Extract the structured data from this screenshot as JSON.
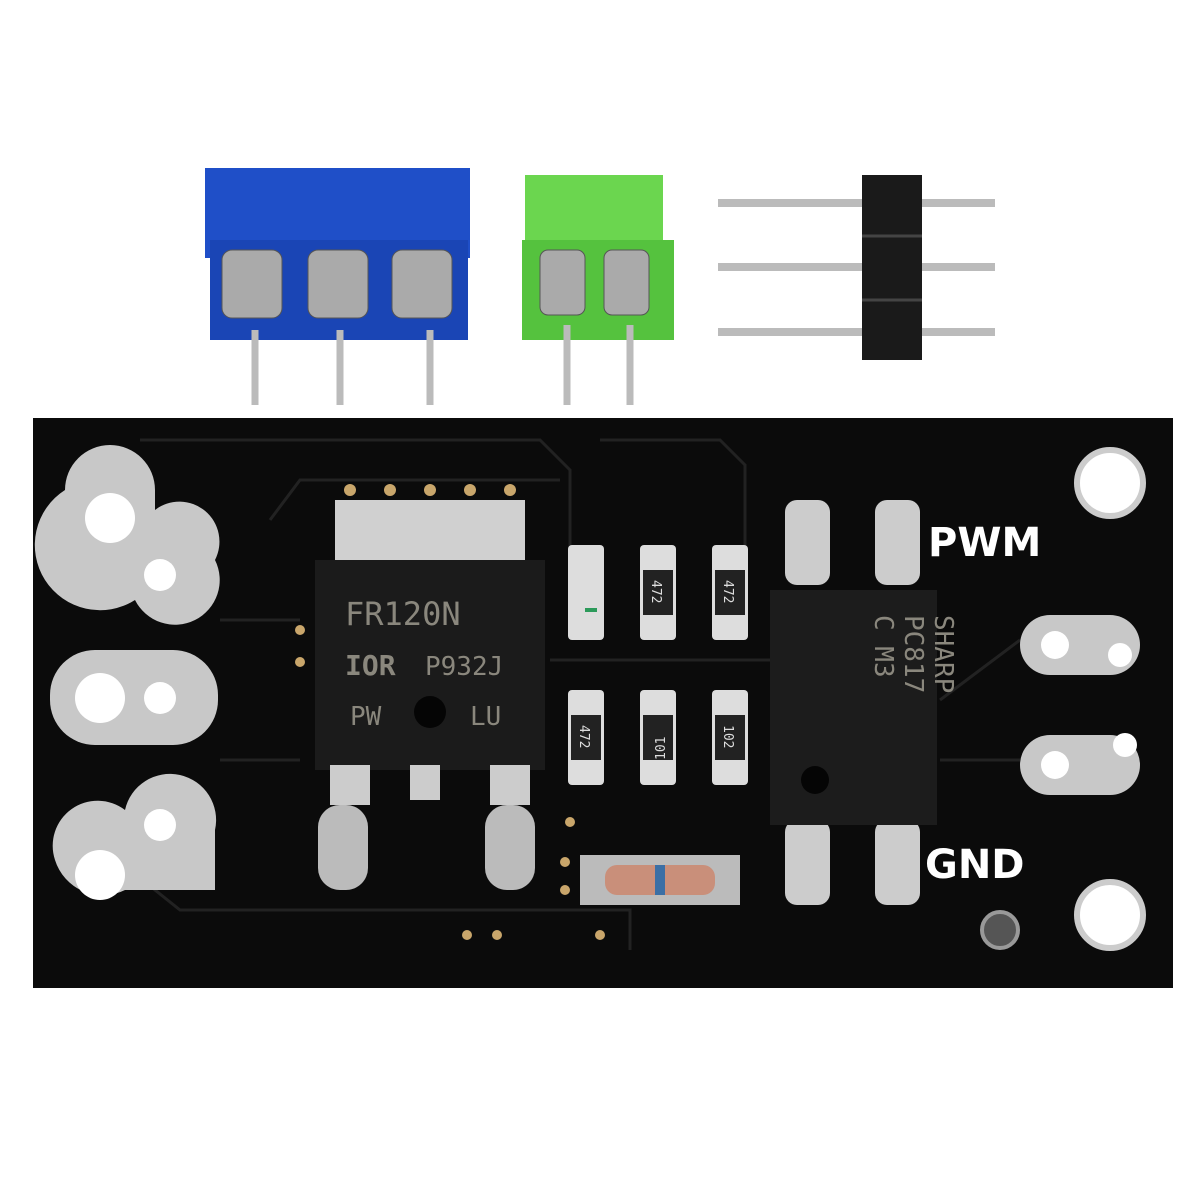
{
  "labels": {
    "pwm": "PWM",
    "gnd": "GND"
  },
  "mosfet": {
    "part": "FR120N",
    "logo": "IOR",
    "code": "P932J",
    "line3_left": "PW",
    "line3_right": "LU"
  },
  "optocoupler": {
    "line1": "C M3",
    "line2": "PC817",
    "line3": "SHARP"
  },
  "resistors": [
    "472",
    "472",
    "472",
    "101",
    "102"
  ],
  "colors": {
    "pcb": "#0b0b0b",
    "blue_terminal": "#1f4fc8",
    "green_terminal": "#5fcf4a",
    "header": "#1a1a1a",
    "pad": "#c8c8c8"
  }
}
